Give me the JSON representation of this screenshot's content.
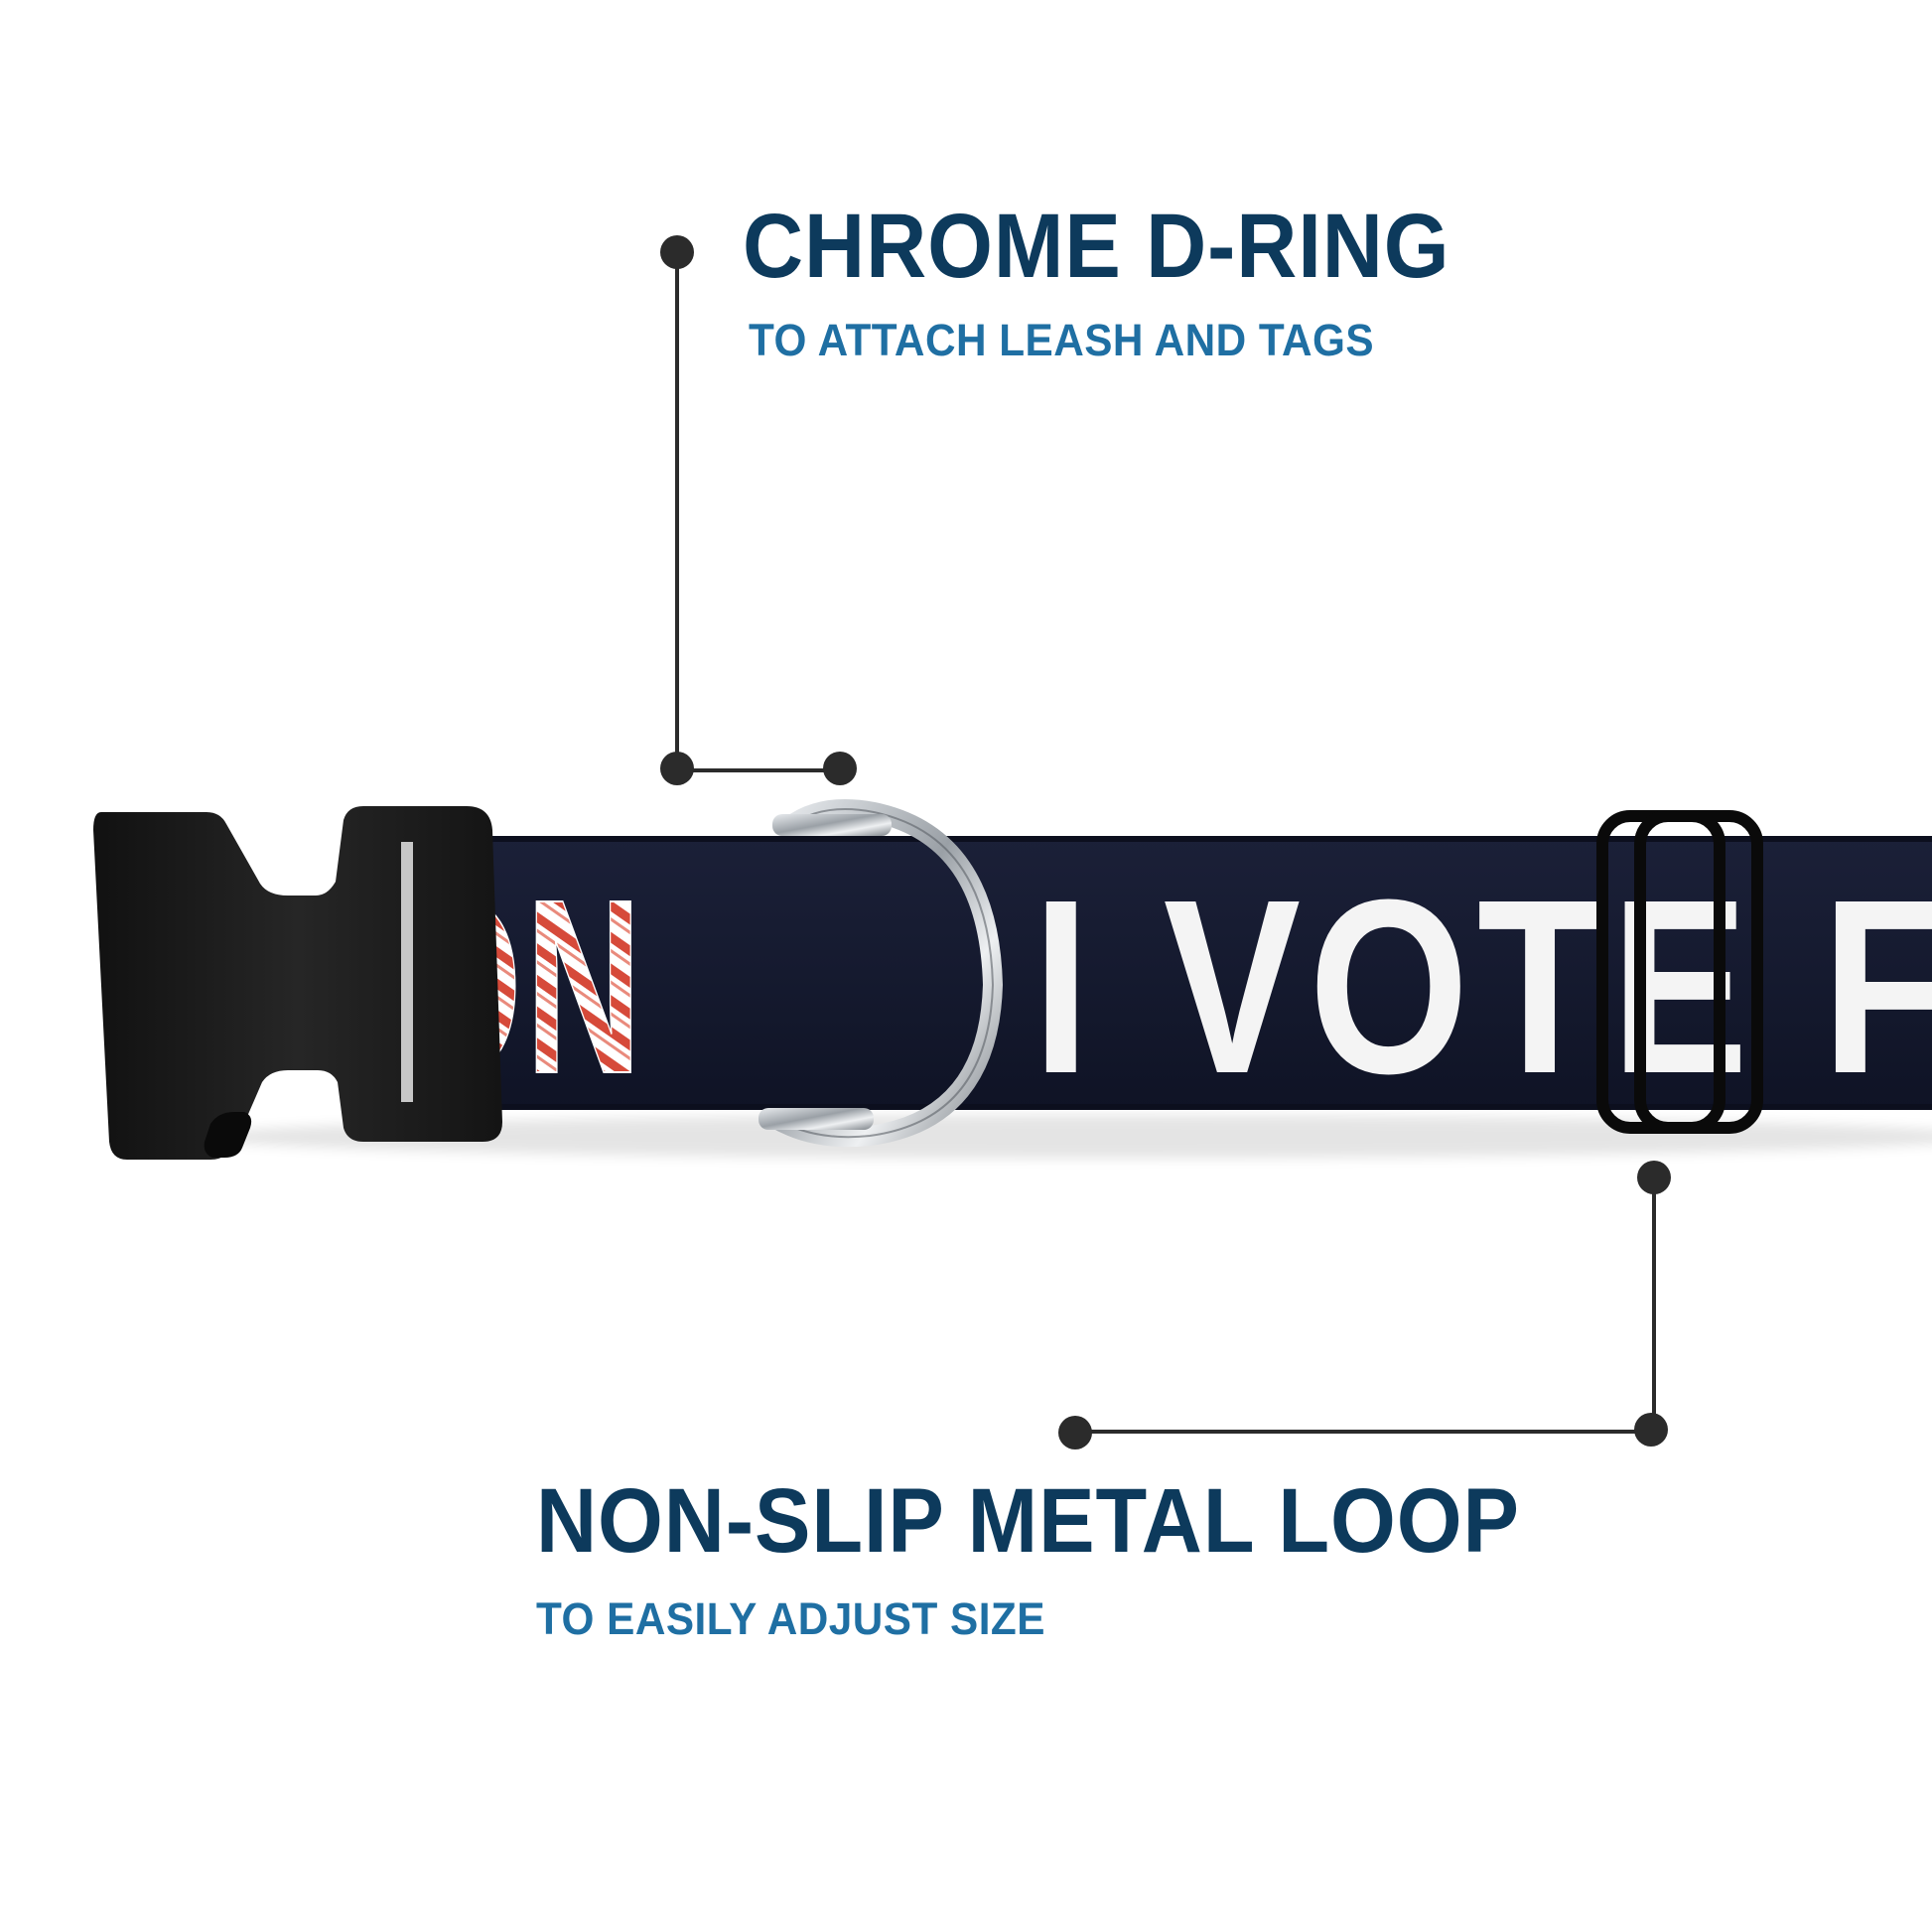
{
  "colors": {
    "title": "#0d3a5c",
    "subtitle": "#1f6fa3",
    "leader": "#2b2b2b",
    "collar": "#161a30",
    "collar_text": "#f4f4f4",
    "pattern_red": "#d64a3a",
    "buckle": "#1c1c1c",
    "chrome": "#b9bcc0"
  },
  "callouts": {
    "dring": {
      "title": "CHROME D-RING",
      "subtitle": "TO ATTACH LEASH AND TAGS"
    },
    "loop": {
      "title": "NON-SLIP METAL LOOP",
      "subtitle": "TO EASILY ADJUST SIZE"
    }
  },
  "collar": {
    "print_left": "ON",
    "print_right": "I VOTE F"
  },
  "icons": {
    "buckle": "side-release-buckle",
    "d_ring": "d-ring",
    "loop": "slide-loop"
  }
}
